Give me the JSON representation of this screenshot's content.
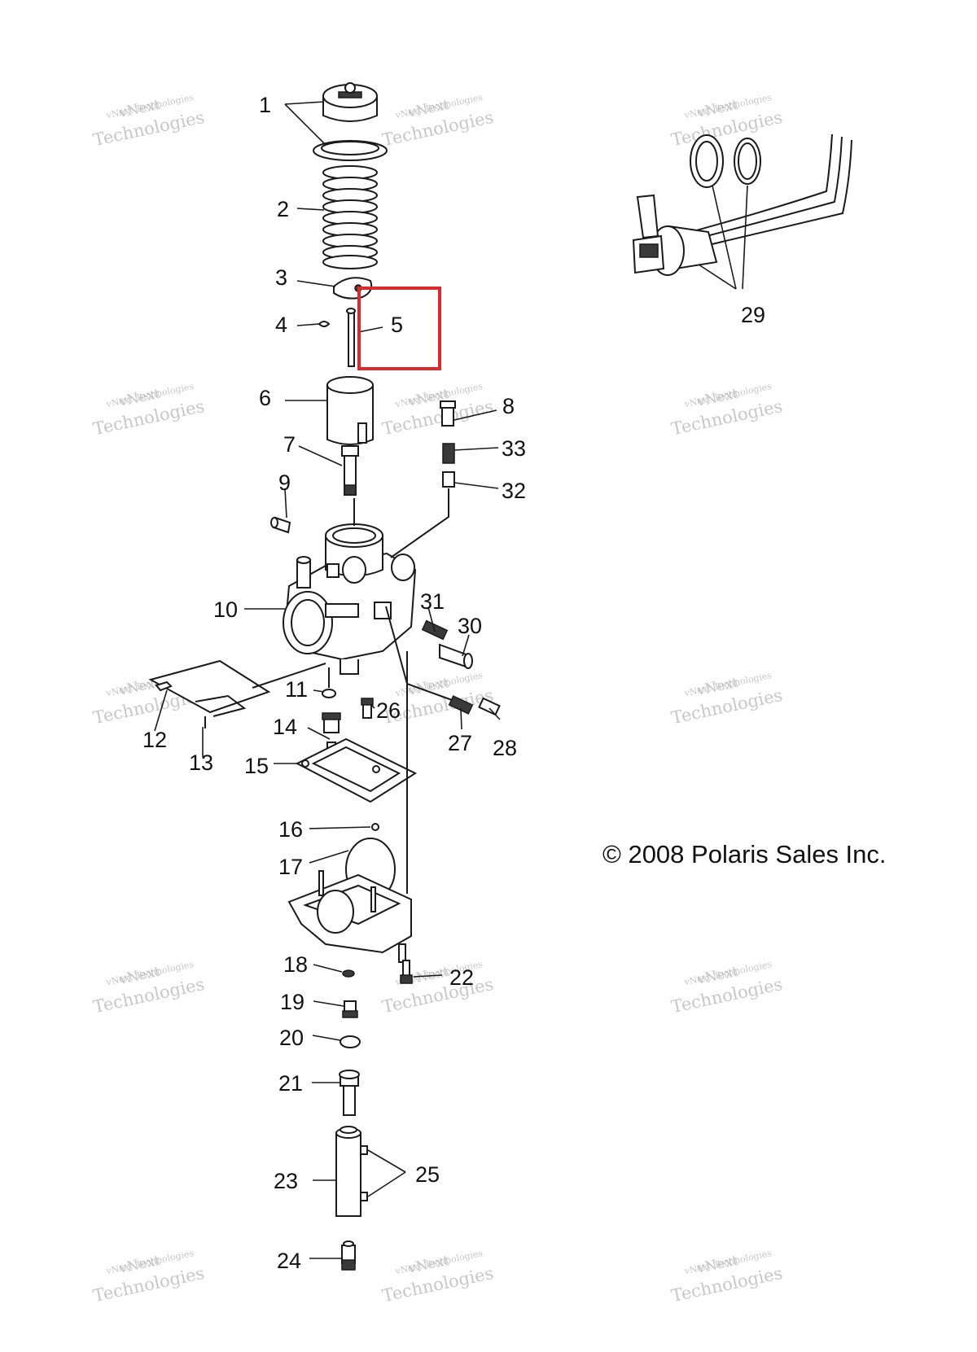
{
  "diagram": {
    "callouts": [
      "1",
      "2",
      "3",
      "4",
      "5",
      "6",
      "7",
      "8",
      "9",
      "10",
      "11",
      "12",
      "13",
      "14",
      "15",
      "16",
      "17",
      "18",
      "19",
      "20",
      "21",
      "22",
      "23",
      "24",
      "25",
      "26",
      "27",
      "28",
      "29",
      "30",
      "31",
      "32",
      "33"
    ],
    "copyright": "© 2008 Polaris Sales Inc.",
    "watermark": {
      "line1": "vNext Technologies",
      "line2": "vNext",
      "line3": "Technologies"
    },
    "highlight": {
      "callout": "5",
      "color": "#d92b2b"
    }
  }
}
